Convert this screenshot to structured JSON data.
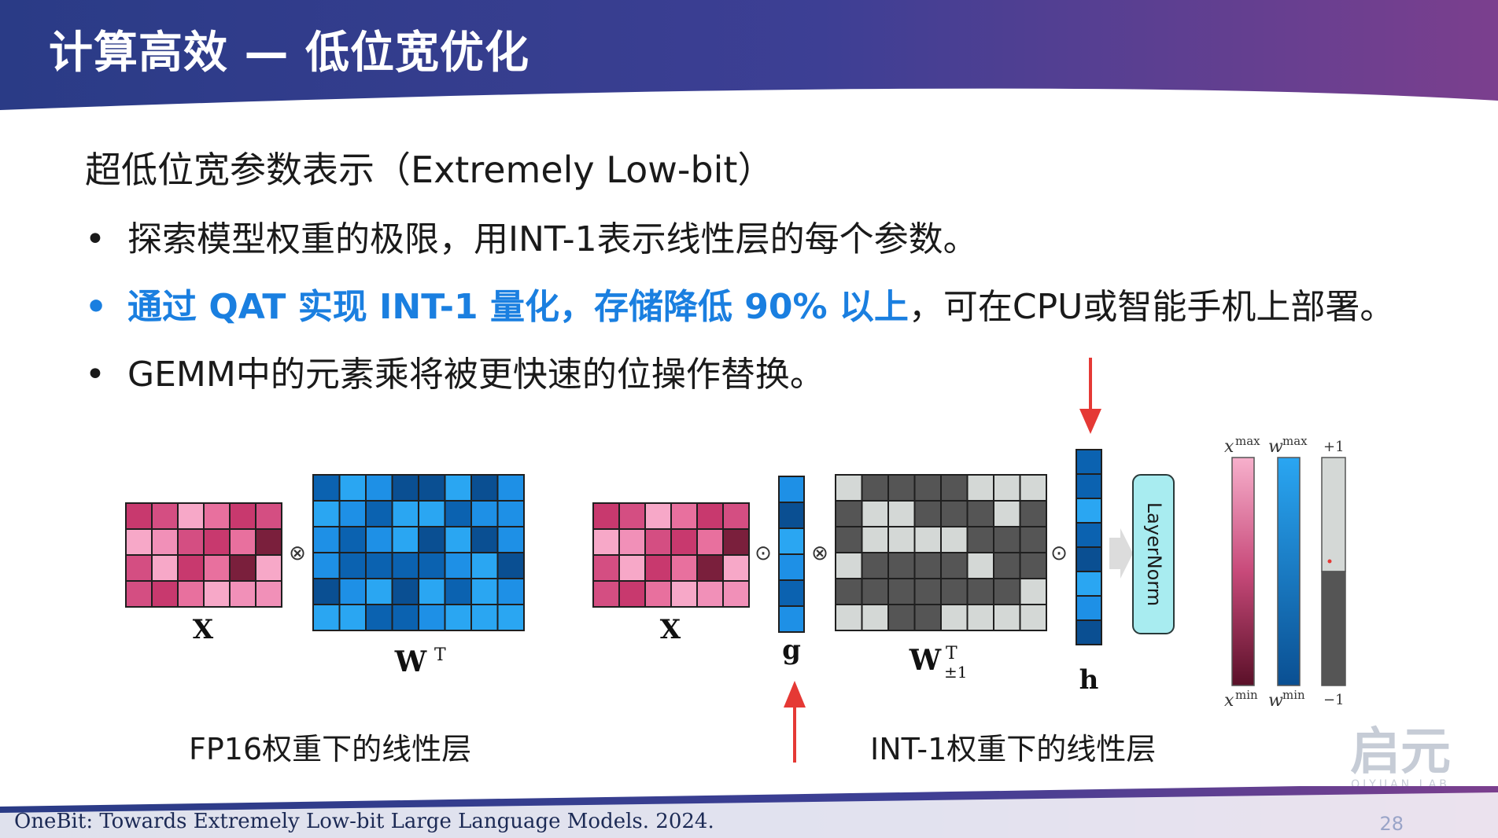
{
  "slide": {
    "title": "计算高效 — 低位宽优化",
    "subtitle": "超低位宽参数表示（Extremely Low-bit）",
    "bullets": [
      {
        "text": "探索模型权重的极限，用INT-1表示线性层的每个参数。"
      },
      {
        "highlight": "通过 QAT 实现 INT-1 量化，存储降低 90% 以上",
        "rest": "，可在CPU或智能手机上部署。"
      },
      {
        "text": "GEMM中的元素乘将被更快速的位操作替换。"
      }
    ],
    "bullet_symbol": "•"
  },
  "figure": {
    "left_caption": "FP16权重下的线性层",
    "right_caption": "INT-1权重下的线性层",
    "labels": {
      "x_left": "X",
      "wt": "W",
      "wt_sup": "T",
      "x_right": "X",
      "g": "g",
      "w1": "W",
      "w1_sup": "T",
      "w1_sub": "±1",
      "h": "h",
      "layernorm": "LayerNorm",
      "otimes": "⊗",
      "odot": "⊙",
      "xmax": "x",
      "xmax_sup": "max",
      "wmax": "w",
      "wmax_sup": "max",
      "plus1": "+1",
      "xmin": "x",
      "xmin_sup": "min",
      "wmin": "w",
      "wmin_sup": "min",
      "minus1": "−1"
    },
    "colors": {
      "pink": [
        "#f7a8c8",
        "#e8709e",
        "#c8396e",
        "#d44e82",
        "#7a1f3c",
        "#f190b8"
      ],
      "blue": [
        "#0a4f92",
        "#1e90e6",
        "#0b62b0",
        "#2aa6f2"
      ],
      "gray": [
        "#d4d8d6",
        "#555555"
      ],
      "arrow": "#e53935",
      "layernorm_fill": "#a8ecf0"
    }
  },
  "footer": {
    "citation": "OneBit: Towards Extremely Low-bit Large Language Models. 2024.",
    "page": "28",
    "logo_text": "启元",
    "logo_sub": "QIYUAN LAB"
  }
}
